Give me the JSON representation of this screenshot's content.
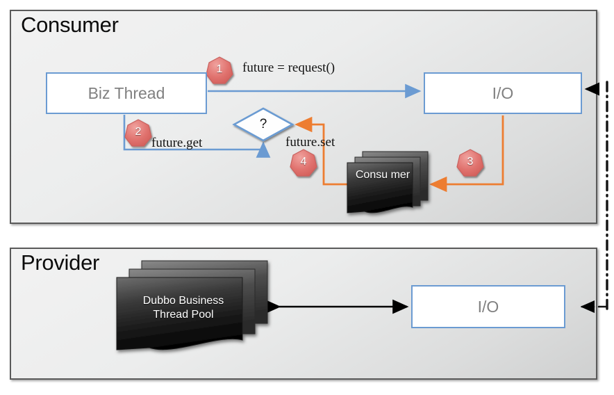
{
  "diagram": {
    "title": "Dubbo async consumer/provider invocation flow",
    "colors": {
      "panel_border": "#5a5a5a",
      "panel_fill": "#e9eaea",
      "box_border": "#6b9bd2",
      "box_fill": "#ffffff",
      "box_text": "#808080",
      "blue_arrow": "#6b9bd2",
      "orange_arrow": "#ed7d31",
      "black_arrow": "#000000",
      "badge_fill": "#e0726e",
      "badge_text": "#ffffff",
      "stack_dark": "#1d1d1d"
    }
  },
  "consumer": {
    "panel_label": "Consumer",
    "biz_thread": {
      "label": "Biz Thread"
    },
    "io": {
      "label": "I/O"
    },
    "decision": {
      "label": "?"
    },
    "consumer_stack": {
      "label": "Consu mer"
    },
    "steps": [
      {
        "number": "1",
        "label": "future = request()"
      },
      {
        "number": "2",
        "label": "future.get"
      },
      {
        "number": "3",
        "label": ""
      },
      {
        "number": "4",
        "label": "future.set"
      }
    ],
    "badges": {
      "one": "1",
      "two": "2",
      "three": "3",
      "four": "4"
    },
    "labels": {
      "request": "future = request()",
      "get": "future.get",
      "set": "future.set"
    }
  },
  "provider": {
    "panel_label": "Provider",
    "thread_pool": {
      "label": "Dubbo Business Thread Pool"
    },
    "io": {
      "label": "I/O"
    }
  },
  "connectors": {
    "network_link": "dash-dot-vertical-line",
    "provider_link": "double-headed-arrow"
  }
}
